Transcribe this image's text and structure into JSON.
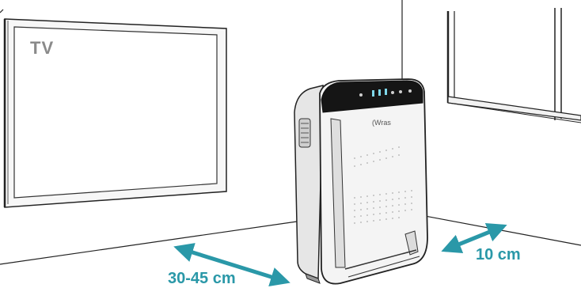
{
  "labels": {
    "tv": "TV",
    "distance_front": "30-45 cm",
    "distance_side": "10 cm"
  },
  "colors": {
    "arrow": "#2a98a8",
    "line": "#222222",
    "tv_label": "#8a8a8a"
  },
  "icons": [
    "tv-icon",
    "air-purifier-icon",
    "window-icon",
    "double-arrow-icon"
  ]
}
